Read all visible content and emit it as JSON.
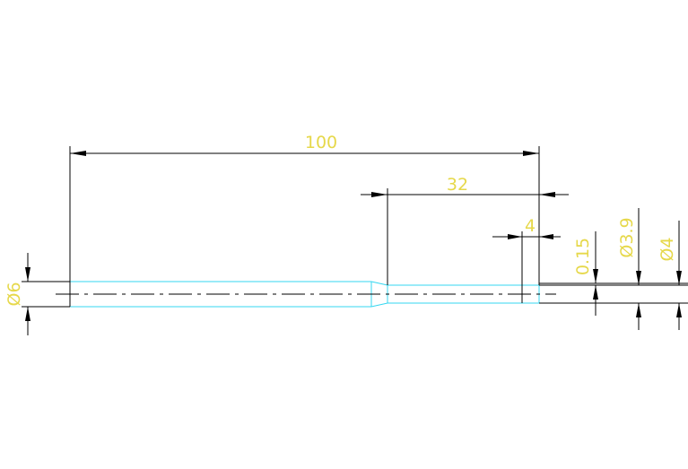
{
  "dimensions": {
    "overall_length": "100",
    "neck_length": "32",
    "tip_length": "4",
    "shank_diameter": "Ø6",
    "step": "0.15",
    "neck_diameter": "Ø3.9",
    "tip_diameter": "Ø4"
  },
  "colors": {
    "part_outline": "#35d7f0",
    "dimension_text": "#e6d84a",
    "dimension_lines": "#000000"
  }
}
